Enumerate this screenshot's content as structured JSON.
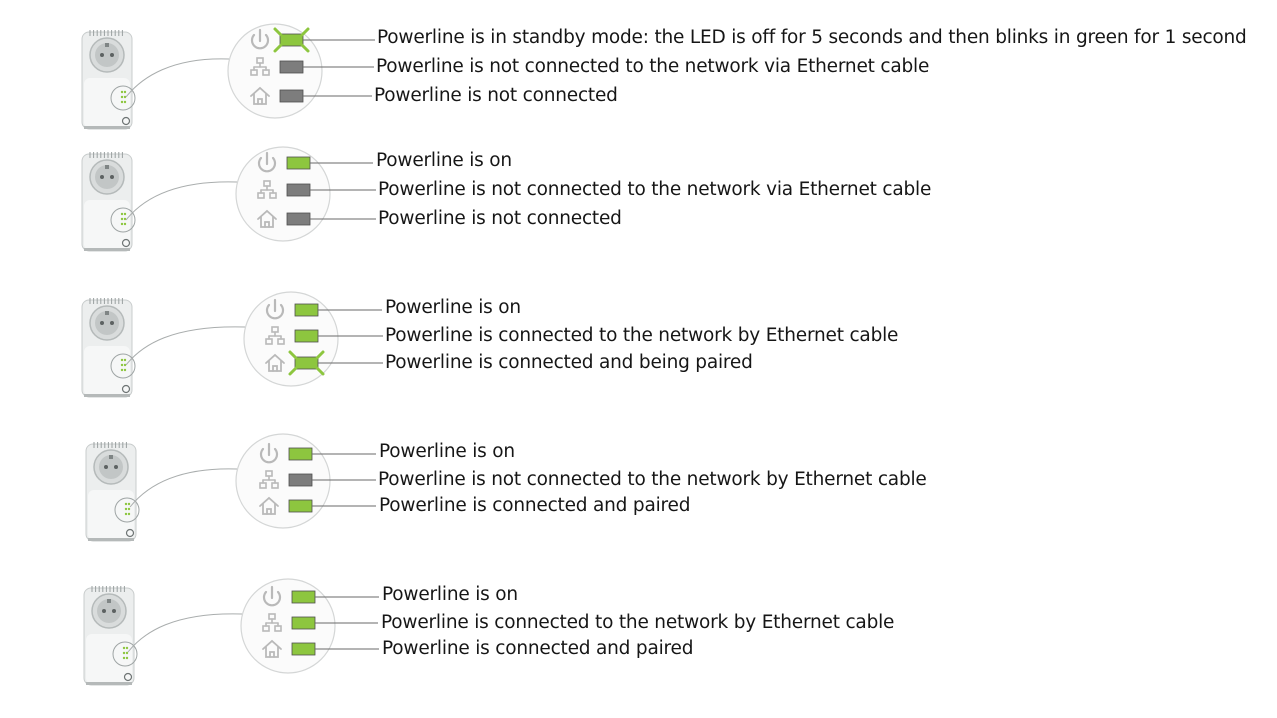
{
  "colors": {
    "led_on": "#8dc63f",
    "led_off": "#7d7d7d",
    "led_border": "#4f4f4f",
    "icon": "#b9b9b9",
    "leader": "#6a6a6a",
    "text": "#161616"
  },
  "icons": [
    "power-icon",
    "ethernet-icon",
    "home-icon"
  ],
  "rows": [
    {
      "leds": [
        {
          "indicator": "power",
          "state": "blinking-green",
          "label": "Powerline is in standby mode: the LED is off for 5 seconds and then blinks in green for 1 second"
        },
        {
          "indicator": "ethernet",
          "state": "off",
          "label": "Powerline is not connected to the network via Ethernet cable"
        },
        {
          "indicator": "home",
          "state": "off",
          "label": "Powerline is not connected"
        }
      ]
    },
    {
      "leds": [
        {
          "indicator": "power",
          "state": "on",
          "label": "Powerline is on"
        },
        {
          "indicator": "ethernet",
          "state": "off",
          "label": "Powerline is not connected to the network via Ethernet cable"
        },
        {
          "indicator": "home",
          "state": "off",
          "label": "Powerline is not connected"
        }
      ]
    },
    {
      "leds": [
        {
          "indicator": "power",
          "state": "on",
          "label": "Powerline is on"
        },
        {
          "indicator": "ethernet",
          "state": "on",
          "label": "Powerline is connected to the network by Ethernet cable"
        },
        {
          "indicator": "home",
          "state": "blinking-green",
          "label": "Powerline is connected and being paired"
        }
      ]
    },
    {
      "leds": [
        {
          "indicator": "power",
          "state": "on",
          "label": "Powerline is on"
        },
        {
          "indicator": "ethernet",
          "state": "off",
          "label": "Powerline is not connected to the network by Ethernet cable"
        },
        {
          "indicator": "home",
          "state": "on",
          "label": "Powerline is connected and paired"
        }
      ]
    },
    {
      "leds": [
        {
          "indicator": "power",
          "state": "on",
          "label": "Powerline is on"
        },
        {
          "indicator": "ethernet",
          "state": "on",
          "label": "Powerline is connected to the network by Ethernet cable"
        },
        {
          "indicator": "home",
          "state": "on",
          "label": "Powerline is connected and paired"
        }
      ]
    }
  ]
}
